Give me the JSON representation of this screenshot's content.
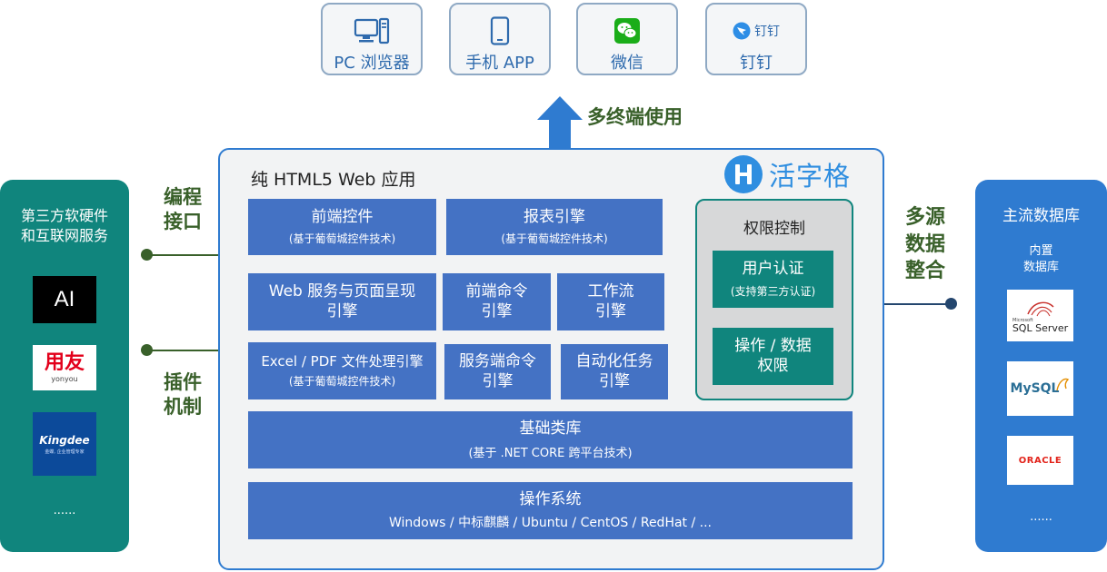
{
  "terminals": [
    {
      "label": "PC 浏览器",
      "icon": "monitor-icon"
    },
    {
      "label": "手机 APP",
      "icon": "phone-icon"
    },
    {
      "label": "微信",
      "icon": "wechat-icon"
    },
    {
      "label": "钉钉",
      "icon": "dingtalk-icon",
      "logo_text": "钉钉"
    }
  ],
  "arrow_label": "多终端使用",
  "left_panel": {
    "title_line1": "第三方软硬件",
    "title_line2": "和互联网服务",
    "logos": [
      {
        "name": "ai-logo",
        "text": "AI"
      },
      {
        "name": "yonyou-logo",
        "text": "用友",
        "subtext": "yonyou"
      },
      {
        "name": "kingdee-logo",
        "text": "Kingdee",
        "subtext": "金蝶, 企业管理专家"
      }
    ],
    "more": "......"
  },
  "left_labels": {
    "top_line1": "编程",
    "top_line2": "接口",
    "bottom_line1": "插件",
    "bottom_line2": "机制"
  },
  "right_label": {
    "line1": "多源",
    "line2": "数据",
    "line3": "整合"
  },
  "right_panel": {
    "title": "主流数据库",
    "sub_line1": "内置",
    "sub_line2": "数据库",
    "logos": [
      {
        "name": "sqlserver-logo",
        "text": "SQL Server",
        "subtext": "Microsoft"
      },
      {
        "name": "mysql-logo",
        "text": "MySQL"
      },
      {
        "name": "oracle-logo",
        "text": "ORACLE"
      }
    ],
    "more": "......"
  },
  "main": {
    "title": "纯 HTML5 Web 应用",
    "brand": "活字格",
    "blocks": {
      "frontend_ctrl": {
        "t": "前端控件",
        "s": "(基于葡萄城控件技术)"
      },
      "report": {
        "t": "报表引擎",
        "s": "(基于葡萄城控件技术)"
      },
      "web_service": {
        "t1": "Web 服务与页面呈现",
        "t2": "引擎"
      },
      "front_cmd": {
        "t1": "前端命令",
        "t2": "引擎"
      },
      "workflow": {
        "t1": "工作流",
        "t2": "引擎"
      },
      "excel_pdf": {
        "t": "Excel / PDF 文件处理引擎",
        "s": "(基于葡萄城控件技术)"
      },
      "server_cmd": {
        "t1": "服务端命令",
        "t2": "引擎"
      },
      "auto_task": {
        "t1": "自动化任务",
        "t2": "引擎"
      },
      "base_lib": {
        "t": "基础类库",
        "s": "(基于 .NET CORE 跨平台技术)"
      },
      "os": {
        "t": "操作系统",
        "s": "Windows / 中标麒麟 / Ubuntu / CentOS / RedHat / ..."
      }
    },
    "permission": {
      "title": "权限控制",
      "auth": {
        "t": "用户认证",
        "s": "(支持第三方认证)"
      },
      "op_data": {
        "t1": "操作 / 数据",
        "t2": "权限"
      }
    }
  },
  "colors": {
    "blue": "#4472c4",
    "teal": "#10857d",
    "accent": "#2f7bd0",
    "green_text": "#39602a"
  }
}
